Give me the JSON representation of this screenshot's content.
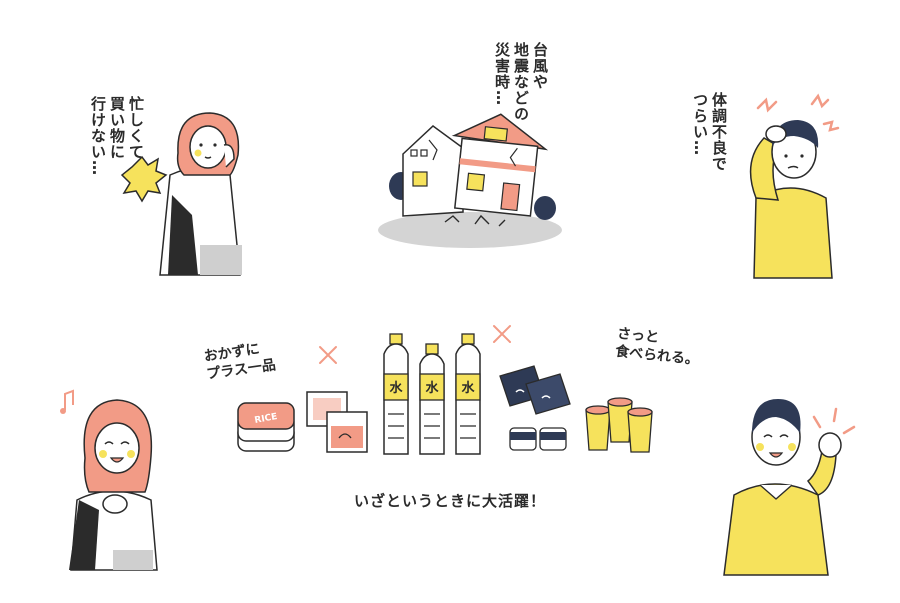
{
  "speech": {
    "busy": "忙しくて\n買い物に\n行けない…",
    "disaster": "台風や\n地震などの\n災害時…",
    "sick": "体調不良で\nつらい…",
    "side_dish": "おかずに\nプラス一品",
    "quick": "さっと\n食べられる。"
  },
  "labels": {
    "rice": "RICE",
    "water": "水"
  },
  "caption": "いざというときに大活躍！",
  "colors": {
    "yellow": "#f6e25c",
    "salmon": "#f29b86",
    "navy": "#2e3a55",
    "gray": "#cfcfcf",
    "ink": "#2b2b2b"
  }
}
